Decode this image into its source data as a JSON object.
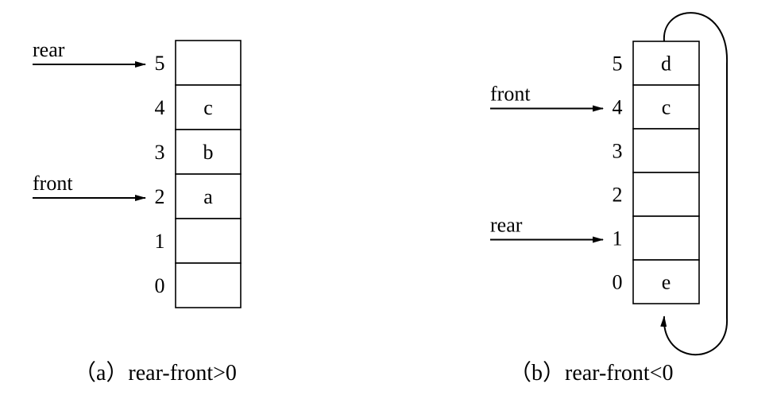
{
  "colors": {
    "stroke": "#000000",
    "background": "#ffffff"
  },
  "diagram_a": {
    "caption": "（a）rear-front>0",
    "cells": [
      {
        "index": "5",
        "value": ""
      },
      {
        "index": "4",
        "value": "c"
      },
      {
        "index": "3",
        "value": "b"
      },
      {
        "index": "2",
        "value": "a"
      },
      {
        "index": "1",
        "value": ""
      },
      {
        "index": "0",
        "value": ""
      }
    ],
    "pointers": [
      {
        "label": "rear",
        "index": 5
      },
      {
        "label": "front",
        "index": 2
      }
    ]
  },
  "diagram_b": {
    "caption": "（b）rear-front<0",
    "cells": [
      {
        "index": "5",
        "value": "d"
      },
      {
        "index": "4",
        "value": "c"
      },
      {
        "index": "3",
        "value": ""
      },
      {
        "index": "2",
        "value": ""
      },
      {
        "index": "1",
        "value": ""
      },
      {
        "index": "0",
        "value": "e"
      }
    ],
    "pointers": [
      {
        "label": "front",
        "index": 4
      },
      {
        "label": "rear",
        "index": 1
      }
    ]
  }
}
